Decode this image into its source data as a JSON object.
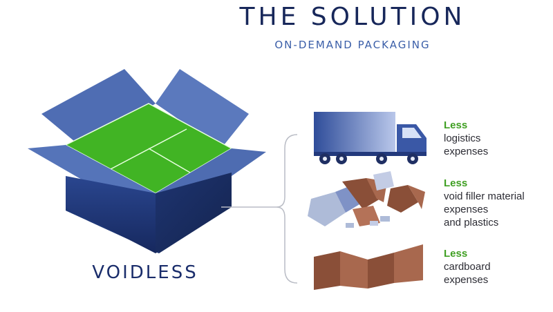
{
  "header": {
    "title": "THE SOLUTION",
    "subtitle": "ON-DEMAND PACKAGING"
  },
  "brand": {
    "name": "VOIDLESS"
  },
  "benefits": [
    {
      "keyword": "Less",
      "lines": [
        "logistics",
        "expenses"
      ],
      "icon": "delivery-truck-icon"
    },
    {
      "keyword": "Less",
      "lines": [
        "void filler material",
        "expenses",
        "and plastics"
      ],
      "icon": "void-filler-icon"
    },
    {
      "keyword": "Less",
      "lines": [
        "cardboard",
        "expenses"
      ],
      "icon": "corrugated-cardboard-icon"
    }
  ],
  "colors": {
    "title": "#17275a",
    "subtitle": "#3a5ea8",
    "box_dark": "#1c3474",
    "box_flap": "#5573b7",
    "box_insert": "#40b324",
    "accent_green": "#3f9f22",
    "cardboard": "#8a4f38"
  }
}
